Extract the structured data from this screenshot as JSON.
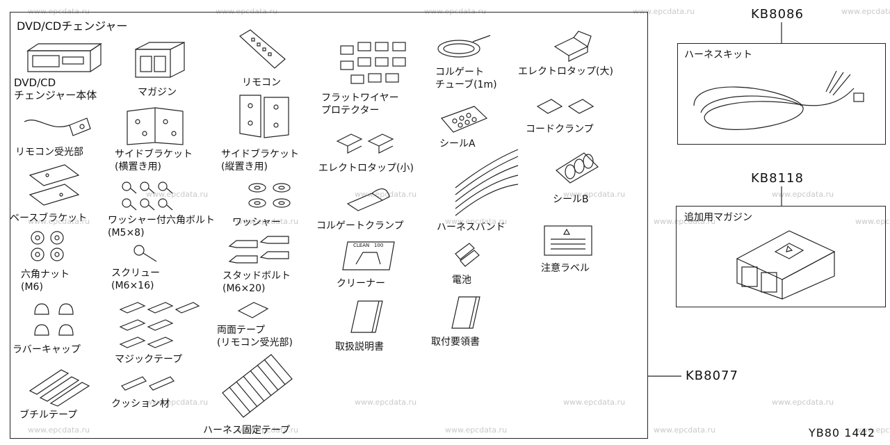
{
  "watermark": "www.epcdata.ru",
  "diagram_code": "YB80 1442",
  "main_kit": {
    "code": "KB8077",
    "title": "DVD/CDチェンジャー",
    "parts": {
      "changer": "DVD/CD\nチェンジャー本体",
      "magazine": "マガジン",
      "remote": "リモコン",
      "flat_wire": "フラットワイヤー\nプロテクター",
      "corrugate_tube": "コルゲート\nチューブ(1m)",
      "electrotap_large": "エレクトロタップ(大)",
      "remote_receiver": "リモコン受光部",
      "side_bracket_h": "サイドブラケット\n(横置き用)",
      "side_bracket_v": "サイドブラケット\n(縦置き用)",
      "cord_clamp": "コードクランプ",
      "seal_a": "シールA",
      "electrotap_small": "エレクトロタップ(小)",
      "base_bracket": "ベースブラケット",
      "washer_bolt": "ワッシャー付六角ボルト\n(M5×8)",
      "washer": "ワッシャー",
      "corrugate_clamp": "コルゲートクランプ",
      "harness_band": "ハーネスバンド",
      "seal_b": "シールB",
      "hex_nut": "六角ナット\n(M6)",
      "screw": "スクリュー\n(M6×16)",
      "stud_bolt": "スタッドボルト\n(M6×20)",
      "cleaner": "クリーナー",
      "battery": "電池",
      "caution_label": "注意ラベル",
      "cleaner_text": "CLEAN   100",
      "double_tape": "両面テープ\n(リモコン受光部)",
      "manual": "取扱説明書",
      "install_manual": "取付要領書",
      "rubber_cap": "ラバーキャップ",
      "magic_tape": "マジックテープ",
      "cushion": "クッション材",
      "butyl_tape": "ブチルテープ",
      "harness_tape": "ハーネス固定テープ"
    }
  },
  "harness_kit": {
    "code": "KB8086",
    "title": "ハーネスキット"
  },
  "magazine_kit": {
    "code": "KB8118",
    "title": "追加用マガジン"
  }
}
